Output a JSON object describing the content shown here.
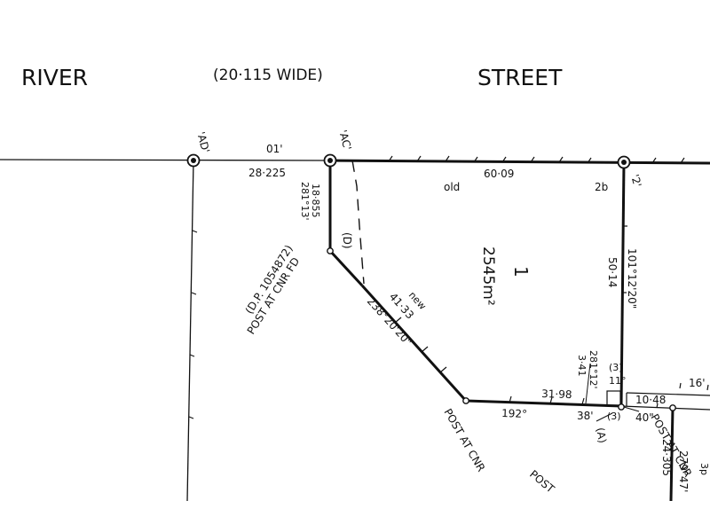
{
  "road": {
    "name_left": "RIVER",
    "name_right": "STREET",
    "width_note": "(20·115 WIDE)"
  },
  "stations": {
    "ad": "'AD'",
    "ac": "'AC'",
    "two": "'2'"
  },
  "road_frontage": {
    "bearing_ad_ac": "01'",
    "dist_ad_ac": "28·225",
    "dist_ac_2": "60·09",
    "old_note": "old",
    "label_2b": "2b"
  },
  "lot": {
    "number": "1",
    "area": "2545m²"
  },
  "boundaries": {
    "west_dist": "18·855",
    "west_bearing": "281°13'",
    "west_mark": "(D)",
    "diag_new": "new",
    "diag_dist": "41·33",
    "diag_bearing": "238°20'20\"",
    "east_bearing": "101°12'20\"",
    "east_dist": "50·14",
    "south_dist": "31·98",
    "south_bearing": "192°",
    "south_bearing_end": "38'",
    "ext_dist": "10·48",
    "ext_bearing_end": "40\"",
    "ext_bearing_right": "16'"
  },
  "small_labels": {
    "b1": "281°12'",
    "b2": "3·41",
    "b3": "(3)",
    "b4": "11°",
    "b5": "(3)",
    "mark_a": "(A)"
  },
  "posts": {
    "cnr_fd": "POST AT CNR FD",
    "dp_ref": "(D.P. 1054872)",
    "cnr_diag": "POST AT CNR",
    "cnr_lower": "POST AT CNR",
    "partial": "POST"
  },
  "lower_right": {
    "dist": "24·305",
    "bearing": "279°47'",
    "label_3p": "3p"
  }
}
